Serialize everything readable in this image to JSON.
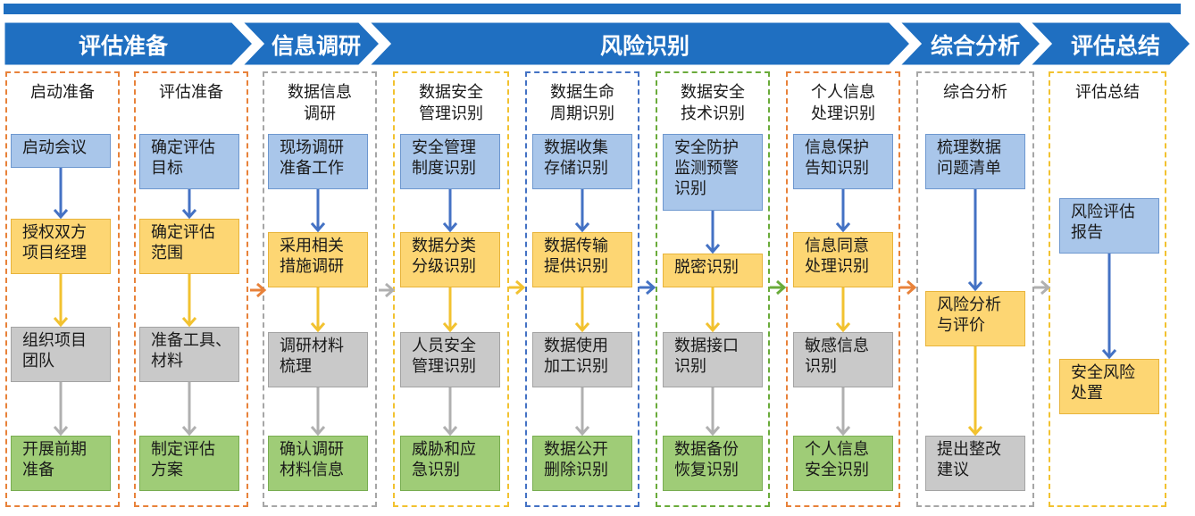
{
  "phases": [
    {
      "label": "评估准备"
    },
    {
      "label": "信息调研"
    },
    {
      "label": "风险识别"
    },
    {
      "label": "综合分析"
    },
    {
      "label": "评估总结"
    }
  ],
  "columns": [
    {
      "title": "启动准备",
      "border_color": "#e8823a",
      "boxes": [
        {
          "text": "启动会议",
          "color": "blue"
        },
        {
          "text": "授权双方\n项目经理",
          "color": "yellow"
        },
        {
          "text": "组织项目\n团队",
          "color": "gray"
        },
        {
          "text": "开展前期\n准备",
          "color": "green"
        }
      ]
    },
    {
      "title": "评估准备",
      "border_color": "#e8823a",
      "boxes": [
        {
          "text": "确定评估\n目标",
          "color": "blue"
        },
        {
          "text": "确定评估\n范围",
          "color": "yellow"
        },
        {
          "text": "准备工具、\n材料",
          "color": "gray"
        },
        {
          "text": "制定评估\n方案",
          "color": "green"
        }
      ]
    },
    {
      "title": "数据信息\n调研",
      "border_color": "#a6a6a6",
      "boxes": [
        {
          "text": "现场调研\n准备工作",
          "color": "blue"
        },
        {
          "text": "采用相关\n措施调研",
          "color": "yellow"
        },
        {
          "text": "调研材料\n梳理",
          "color": "gray"
        },
        {
          "text": "确认调研\n材料信息",
          "color": "green"
        }
      ]
    },
    {
      "title": "数据安全\n管理识别",
      "border_color": "#f2c230",
      "boxes": [
        {
          "text": "安全管理\n制度识别",
          "color": "blue"
        },
        {
          "text": "数据分类\n分级识别",
          "color": "yellow"
        },
        {
          "text": "人员安全\n管理识别",
          "color": "gray"
        },
        {
          "text": "威胁和应\n急识别",
          "color": "green"
        }
      ]
    },
    {
      "title": "数据生命\n周期识别",
      "border_color": "#4472c4",
      "boxes": [
        {
          "text": "数据收集\n存储识别",
          "color": "blue"
        },
        {
          "text": "数据传输\n提供识别",
          "color": "yellow"
        },
        {
          "text": "数据使用\n加工识别",
          "color": "gray"
        },
        {
          "text": "数据公开\n删除识别",
          "color": "green"
        }
      ]
    },
    {
      "title": "数据安全\n技术识别",
      "border_color": "#6aab3a",
      "boxes": [
        {
          "text": "安全防护\n监测预警\n识别",
          "color": "blue"
        },
        {
          "text": "脱密识别",
          "color": "yellow"
        },
        {
          "text": "数据接口\n识别",
          "color": "gray"
        },
        {
          "text": "数据备份\n恢复识别",
          "color": "green"
        }
      ]
    },
    {
      "title": "个人信息\n处理识别",
      "border_color": "#e8823a",
      "boxes": [
        {
          "text": "信息保护\n告知识别",
          "color": "blue"
        },
        {
          "text": "信息同意\n处理识别",
          "color": "yellow"
        },
        {
          "text": "敏感信息\n识别",
          "color": "gray"
        },
        {
          "text": "个人信息\n安全识别",
          "color": "green"
        }
      ]
    },
    {
      "title": "综合分析",
      "border_color": "#a6a6a6",
      "boxes": [
        {
          "text": "梳理数据\n问题清单",
          "color": "blue"
        },
        {
          "text": "风险分析\n与评价",
          "color": "yellow"
        },
        {
          "text": "提出整改\n建议",
          "color": "gray"
        }
      ]
    },
    {
      "title": "评估总结",
      "border_color": "#f2c230",
      "boxes": [
        {
          "text": "风险评估\n报告",
          "color": "blue"
        },
        {
          "text": "安全风险\n处置",
          "color": "yellow"
        }
      ]
    }
  ],
  "colors": {
    "phase_bar": "#1f6fc1",
    "arrow_blue": "#4472c4",
    "arrow_yellow": "#f2c230",
    "arrow_gray": "#b0b0b0",
    "arrow_orange": "#e8823a",
    "arrow_green": "#6aab3a"
  }
}
